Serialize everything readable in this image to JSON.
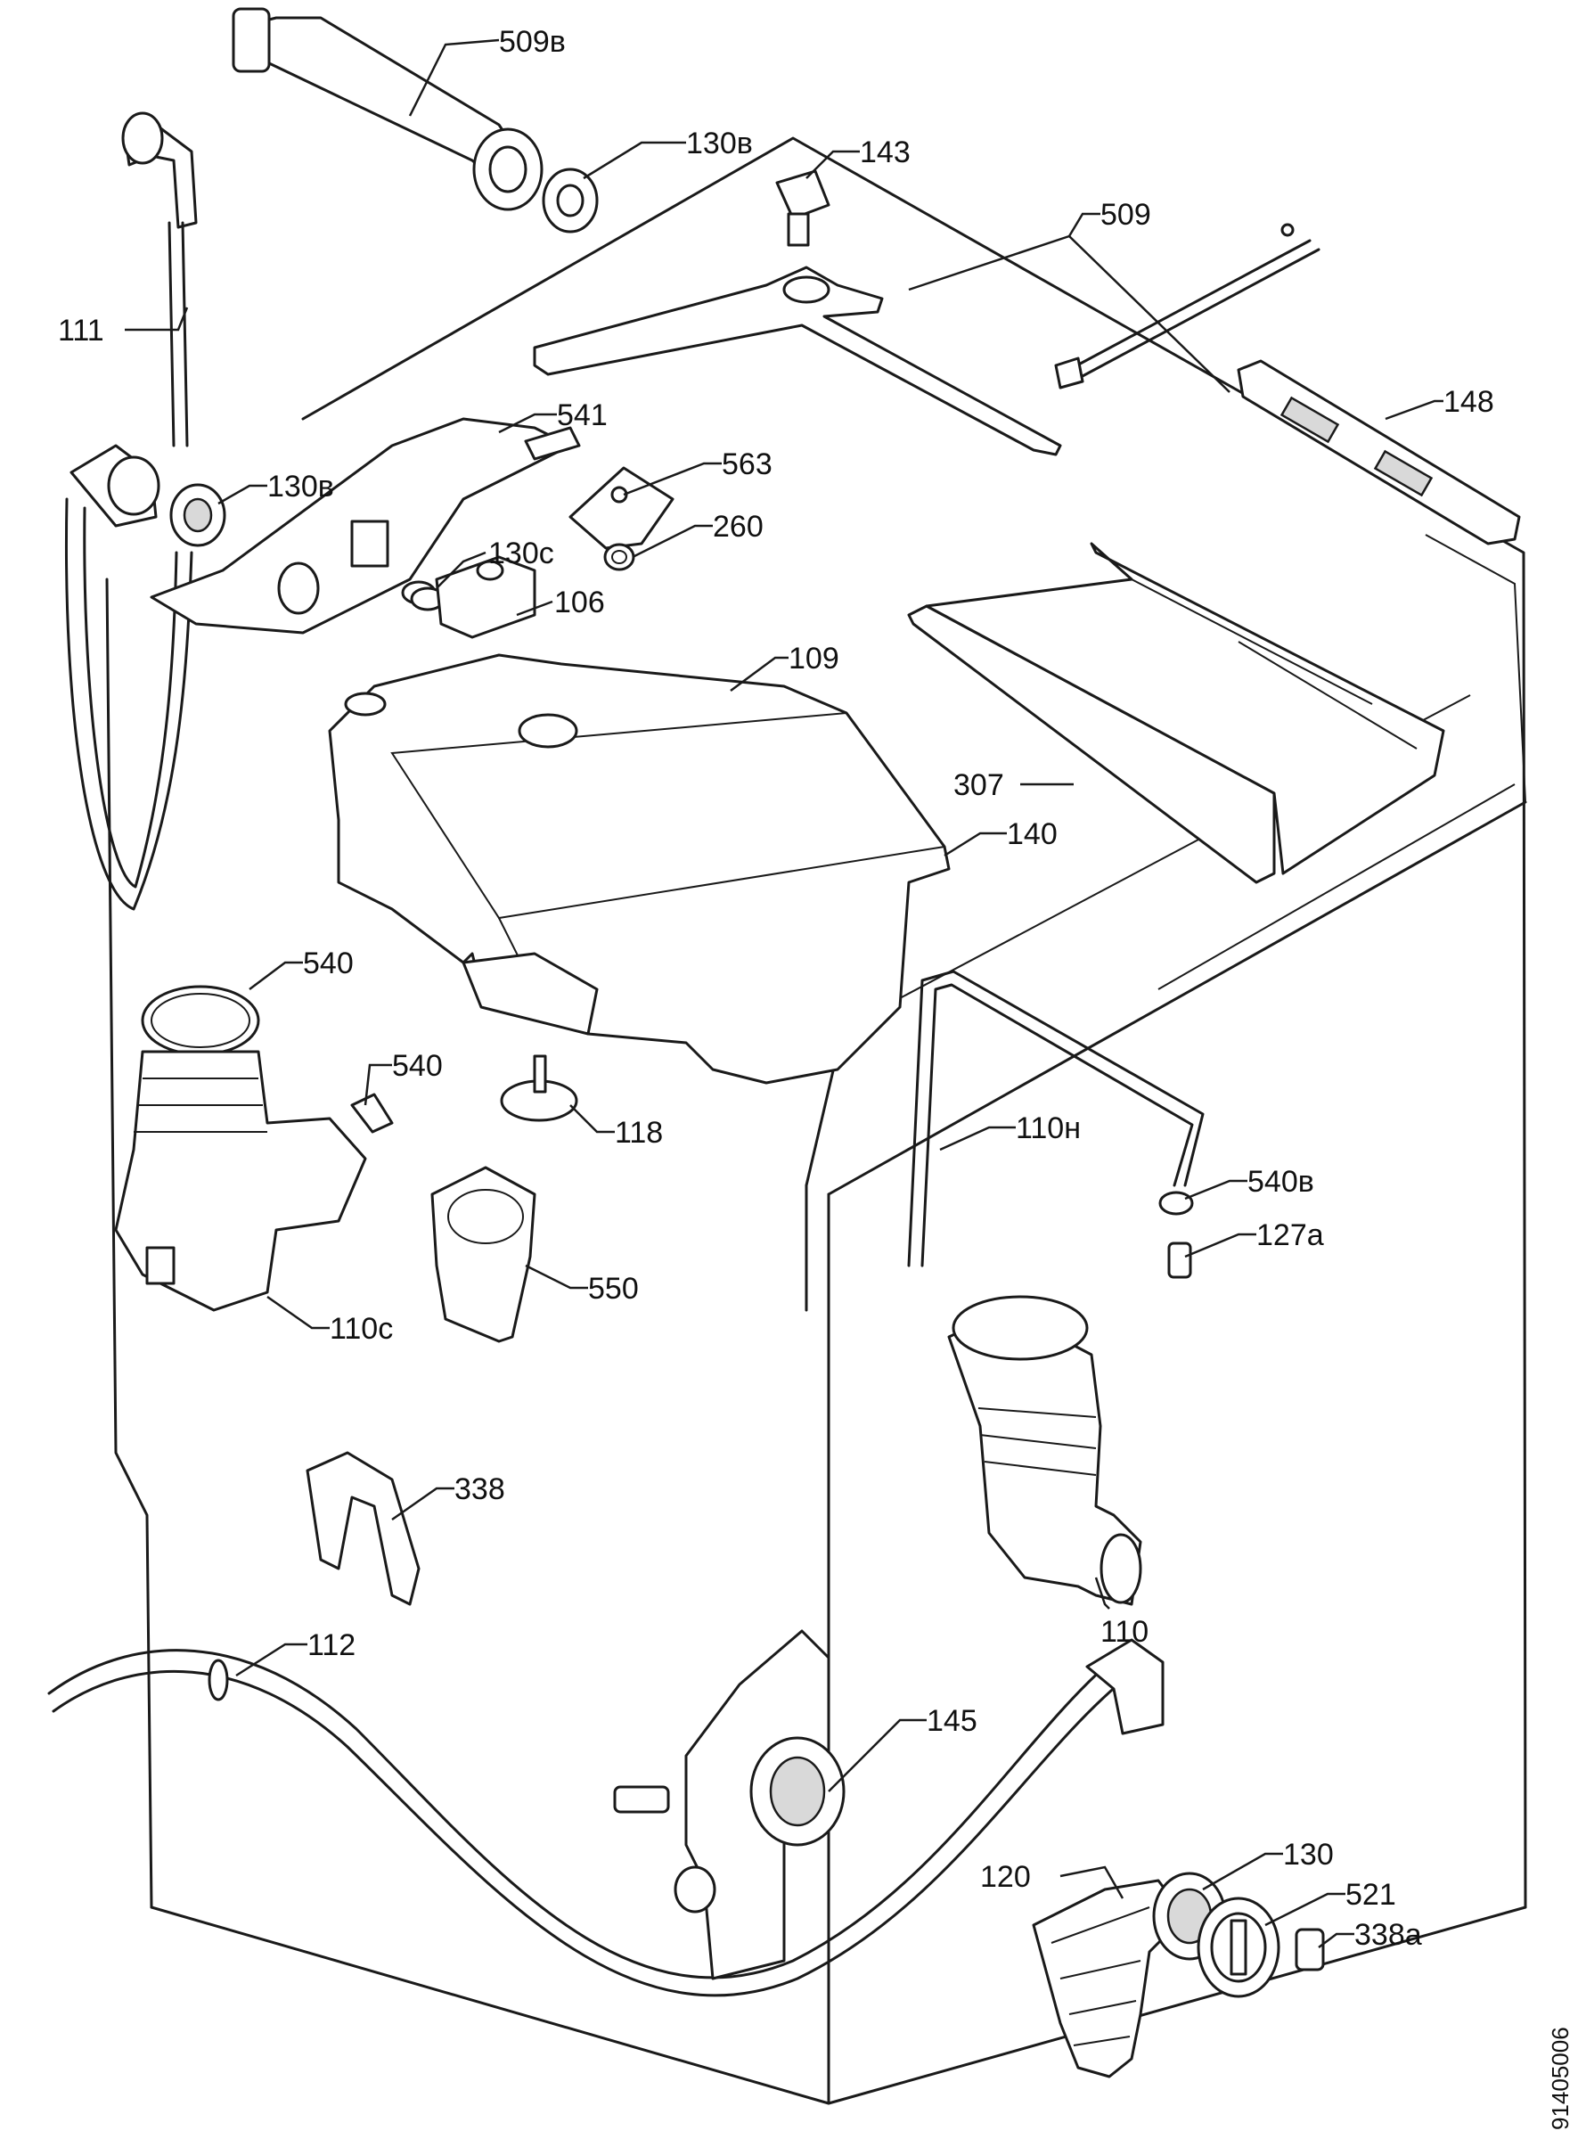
{
  "doc_id": "91405006",
  "labels": [
    {
      "id": "509b",
      "text": "509в"
    },
    {
      "id": "130b1",
      "text": "130в"
    },
    {
      "id": "143",
      "text": "143"
    },
    {
      "id": "509",
      "text": "509"
    },
    {
      "id": "111",
      "text": "111"
    },
    {
      "id": "148",
      "text": "148"
    },
    {
      "id": "541",
      "text": "541"
    },
    {
      "id": "130b2",
      "text": "130в"
    },
    {
      "id": "563",
      "text": "563"
    },
    {
      "id": "260",
      "text": "260"
    },
    {
      "id": "130c",
      "text": "130с"
    },
    {
      "id": "106",
      "text": "106"
    },
    {
      "id": "109",
      "text": "109"
    },
    {
      "id": "307",
      "text": "307"
    },
    {
      "id": "140",
      "text": "140"
    },
    {
      "id": "540a",
      "text": "540"
    },
    {
      "id": "540b",
      "text": "540"
    },
    {
      "id": "118",
      "text": "118"
    },
    {
      "id": "110h",
      "text": "110н"
    },
    {
      "id": "540B",
      "text": "540в"
    },
    {
      "id": "127A",
      "text": "127а"
    },
    {
      "id": "550",
      "text": "550"
    },
    {
      "id": "110c",
      "text": "110с"
    },
    {
      "id": "338",
      "text": "338"
    },
    {
      "id": "110",
      "text": "110"
    },
    {
      "id": "112",
      "text": "112"
    },
    {
      "id": "145",
      "text": "145"
    },
    {
      "id": "130",
      "text": "130"
    },
    {
      "id": "120",
      "text": "120"
    },
    {
      "id": "521",
      "text": "521"
    },
    {
      "id": "338A",
      "text": "338а"
    }
  ]
}
